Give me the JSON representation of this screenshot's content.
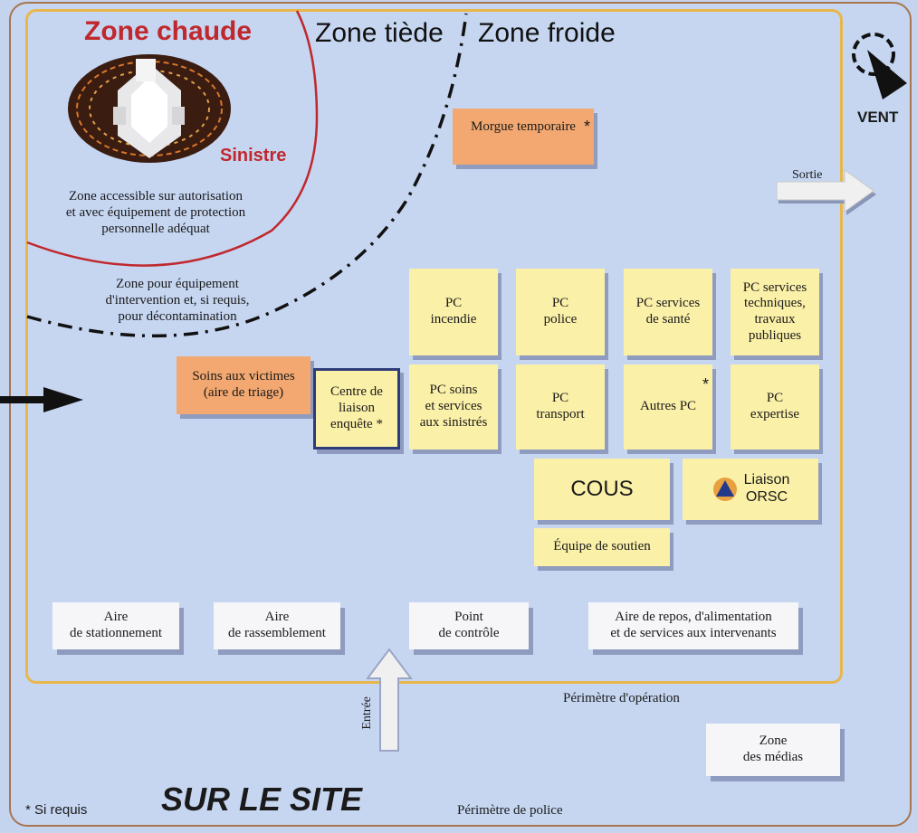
{
  "zones": {
    "hot": "Zone chaude",
    "warm": "Zone tiède",
    "cold": "Zone froide",
    "sinistre": "Sinistre",
    "hot_desc": "Zone accessible sur autorisation\net avec équipement de protection\npersonnelle adéquat",
    "warm_desc": "Zone pour équipement\nd'intervention et, si requis,\npour décontamination"
  },
  "wind": "VENT",
  "exit": "Sortie",
  "entry": "Entrée",
  "morgue": "Morgue temporaire",
  "star": "*",
  "boxes": {
    "pc_incendie": "PC\nincendie",
    "pc_police": "PC\npolice",
    "pc_sante": "PC services\nde santé",
    "pc_techniques": "PC services\ntechniques,\ntravaux\npubliques",
    "pc_soins": "PC soins\net services\naux sinistrés",
    "pc_transport": "PC\ntransport",
    "autres_pc": "Autres PC",
    "pc_expertise": "PC\nexpertise",
    "soins_victimes": "Soins aux victimes\n(aire de triage)",
    "centre_liaison": "Centre de\nliaison\nenquête *",
    "cous": "COUS",
    "liaison_orsc": "Liaison\nORSC",
    "equipe_soutien": "Équipe de soutien",
    "aire_stationnement": "Aire\nde stationnement",
    "aire_rassemblement": "Aire\nde rassemblement",
    "point_controle": "Point\nde contrôle",
    "aire_repos": "Aire de repos, d'alimentation\net de services aux intervenants",
    "zone_medias": "Zone\ndes médias"
  },
  "perimeter_operation": "Périmètre d'opération",
  "perimeter_police": "Périmètre de police",
  "footnote": "* Si requis",
  "title": "SUR LE SITE",
  "colors": {
    "background": "#c6d6f1",
    "box_yellow": "#fbf0a8",
    "box_orange": "#f2a870",
    "inner_border": "#e8b64a",
    "outer_border": "#a8754f",
    "hot_zone": "#c0282d"
  }
}
